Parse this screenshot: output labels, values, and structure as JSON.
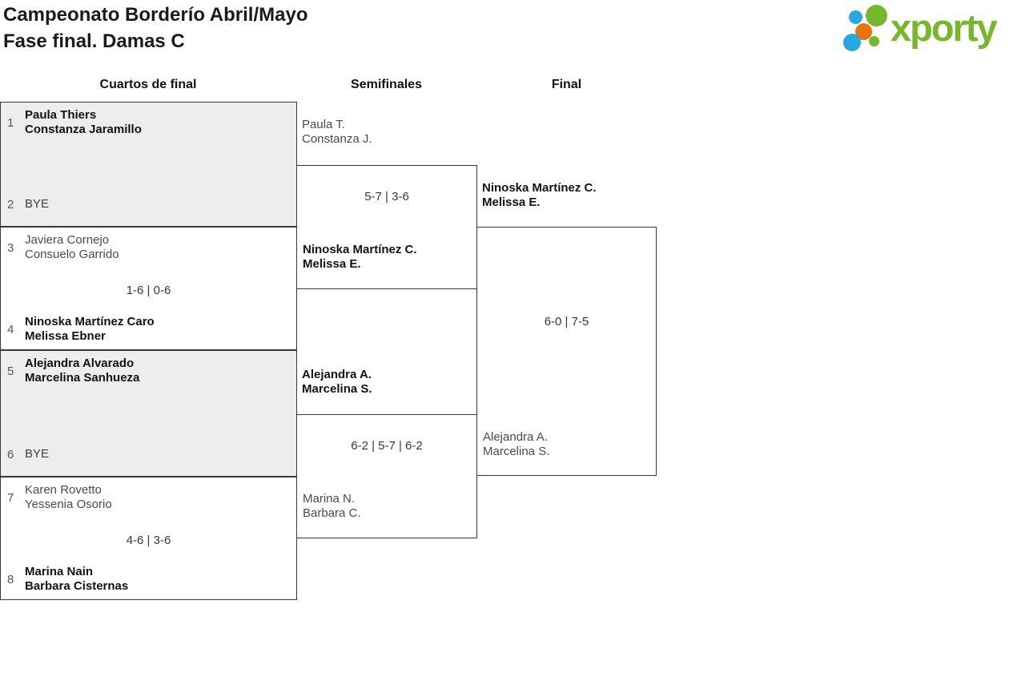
{
  "title": {
    "line1": "Campeonato Borderío Abril/Mayo",
    "line2": "Fase final. Damas C"
  },
  "logo": {
    "brand": "xporty"
  },
  "columns": {
    "quarterfinals": "Cuartos de final",
    "semifinals": "Semifinales",
    "final": "Final"
  },
  "colors": {
    "brand_green": "#76b82a",
    "brand_blue": "#29a8e0",
    "brand_orange": "#e8720c",
    "box_shaded_bg": "#ededee",
    "box_border": "#383838",
    "winner_text": "#131313",
    "loser_text": "#4a4a4a"
  },
  "quarterfinals": [
    {
      "top": {
        "seed": "1",
        "players": [
          "Paula Thiers",
          "Constanza Jaramillo"
        ],
        "winner": true
      },
      "bottom": {
        "seed": "2",
        "players": [
          "BYE"
        ],
        "winner": false
      },
      "score": ""
    },
    {
      "top": {
        "seed": "3",
        "players": [
          "Javiera Cornejo",
          "Consuelo Garrido"
        ],
        "winner": false
      },
      "bottom": {
        "seed": "4",
        "players": [
          "Ninoska Martínez Caro",
          "Melissa Ebner"
        ],
        "winner": true
      },
      "score": "1-6 | 0-6"
    },
    {
      "top": {
        "seed": "5",
        "players": [
          "Alejandra Alvarado",
          "Marcelina Sanhueza"
        ],
        "winner": true
      },
      "bottom": {
        "seed": "6",
        "players": [
          "BYE"
        ],
        "winner": false
      },
      "score": ""
    },
    {
      "top": {
        "seed": "7",
        "players": [
          "Karen Rovetto",
          "Yessenia Osorio"
        ],
        "winner": false
      },
      "bottom": {
        "seed": "8",
        "players": [
          "Marina Nain",
          "Barbara Cisternas"
        ],
        "winner": true
      },
      "score": "4-6 | 3-6"
    }
  ],
  "semifinals": [
    {
      "top": {
        "players": [
          "Paula T.",
          "Constanza J."
        ],
        "winner": false
      },
      "bottom": {
        "players": [
          "Ninoska Martínez C.",
          "Melissa E."
        ],
        "winner": true
      },
      "score": "5-7 | 3-6"
    },
    {
      "top": {
        "players": [
          "Alejandra A.",
          "Marcelina S."
        ],
        "winner": true
      },
      "bottom": {
        "players": [
          "Marina N.",
          "Barbara C."
        ],
        "winner": false
      },
      "score": "6-2 | 5-7 | 6-2"
    }
  ],
  "final": {
    "top": {
      "players": [
        "Ninoska Martínez C.",
        "Melissa E."
      ],
      "winner": true
    },
    "bottom": {
      "players": [
        "Alejandra A.",
        "Marcelina S."
      ],
      "winner": false
    },
    "score": "6-0 | 7-5"
  }
}
